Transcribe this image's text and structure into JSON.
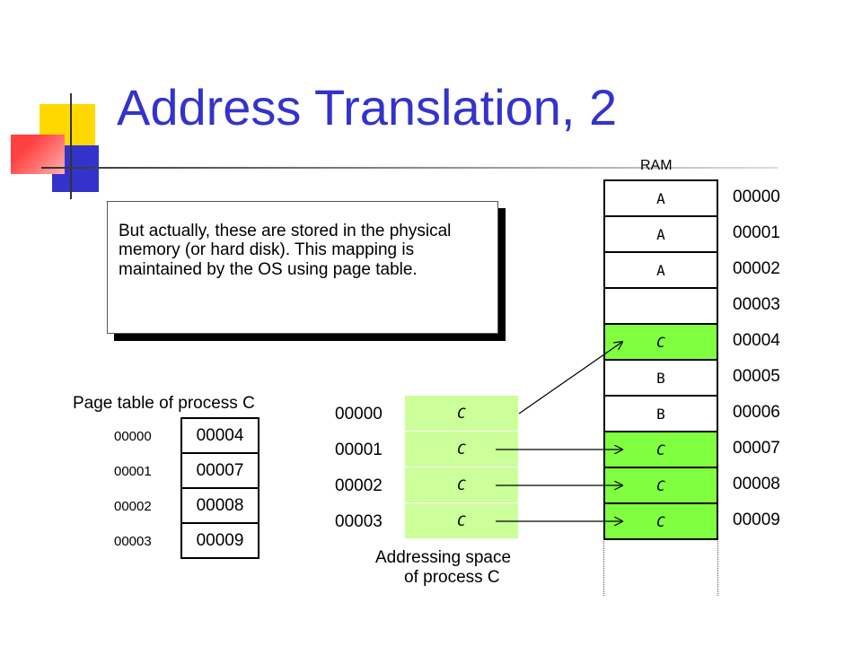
{
  "slide": {
    "title": "Address Translation, 2",
    "callout_text": "But actually, these are stored in the physical memory (or hard disk).  This mapping is maintained by the OS using page table."
  },
  "ram": {
    "label": "RAM",
    "cells": [
      {
        "content": "A",
        "address": "00000",
        "highlighted": false
      },
      {
        "content": "A",
        "address": "00001",
        "highlighted": false
      },
      {
        "content": "A",
        "address": "00002",
        "highlighted": false
      },
      {
        "content": "",
        "address": "00003",
        "highlighted": false
      },
      {
        "content": "C",
        "address": "00004",
        "highlighted": true
      },
      {
        "content": "B",
        "address": "00005",
        "highlighted": false
      },
      {
        "content": "B",
        "address": "00006",
        "highlighted": false
      },
      {
        "content": "C",
        "address": "00007",
        "highlighted": true
      },
      {
        "content": "C",
        "address": "00008",
        "highlighted": true
      },
      {
        "content": "C",
        "address": "00009",
        "highlighted": true
      }
    ]
  },
  "virtual_space": {
    "label_line1": "Addressing space",
    "label_line2": "of process C",
    "cells": [
      {
        "content": "C",
        "address": "00000"
      },
      {
        "content": "C",
        "address": "00001"
      },
      {
        "content": "C",
        "address": "00002"
      },
      {
        "content": "C",
        "address": "00003"
      }
    ]
  },
  "page_table": {
    "title": "Page table of process C",
    "rows": [
      {
        "index": "00000",
        "value": "00004"
      },
      {
        "index": "00001",
        "value": "00007"
      },
      {
        "index": "00002",
        "value": "00008"
      },
      {
        "index": "00003",
        "value": "00009"
      }
    ]
  },
  "colors": {
    "title": "#3333cc",
    "process_c_virtual": "#ccff99",
    "process_c_physical": "#80ff40"
  }
}
